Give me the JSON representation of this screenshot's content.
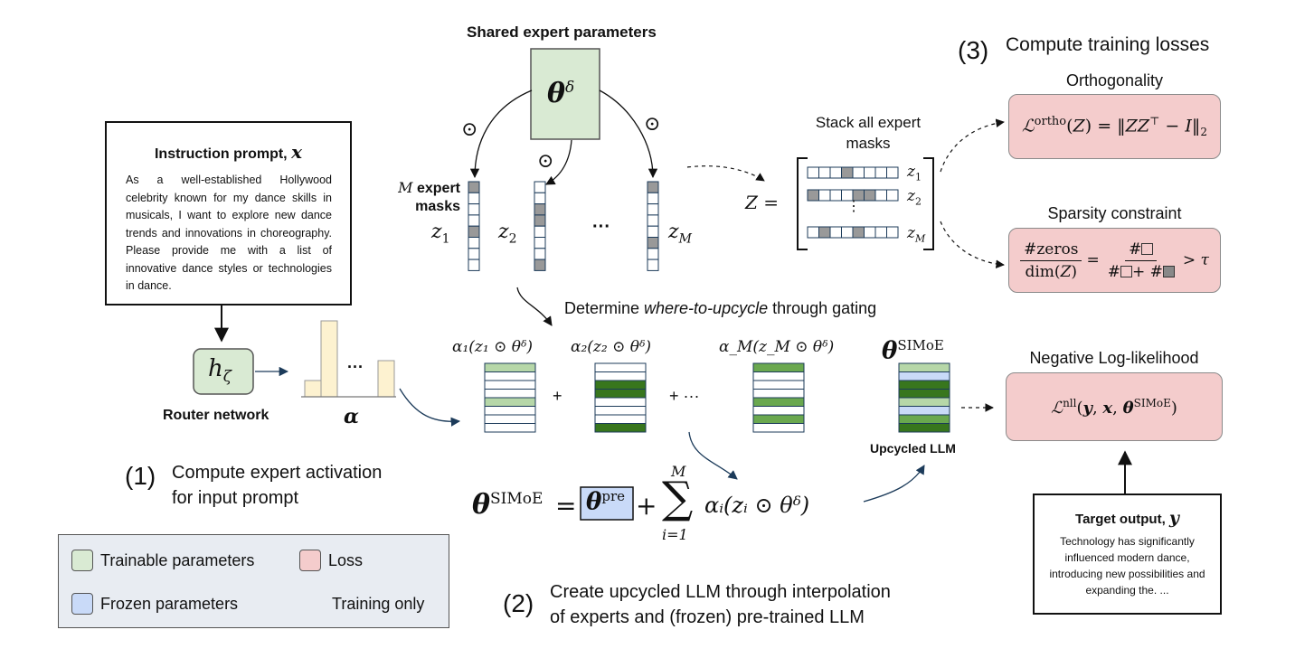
{
  "top": {
    "shared_title": "Shared expert parameters",
    "theta_delta": "θ",
    "theta_delta_sup": "δ",
    "odot": "⊙",
    "expert_masks_label_m": "M",
    "expert_masks_label_rest": "expert",
    "expert_masks_label_line2": "masks",
    "z1": "z",
    "z1_sub": "1",
    "z2": "z",
    "z2_sub": "2",
    "dots": "···",
    "zM": "z",
    "zM_sub": "M",
    "stack_title_line1": "Stack all expert",
    "stack_title_line2": "masks",
    "Z_eq": "Z =",
    "vdots": "⋮"
  },
  "section3": {
    "number": "(3)",
    "title": "Compute training losses",
    "orthogonality_title": "Orthogonality",
    "sparsity_title": "Sparsity constraint",
    "nll_title": "Negative Log-likelihood"
  },
  "prompt": {
    "title": "Instruction prompt,",
    "title_var": "x",
    "body": "As a well-established Hollywood celebrity known for my dance skills in musicals, I want to explore new dance trends and innovations in choreography. Please provide me with a list of innovative dance styles or technologies in dance."
  },
  "router": {
    "label": "h",
    "label_sub": "ζ",
    "caption": "Router network",
    "alpha": "α",
    "dots": "···"
  },
  "section1": {
    "number": "(1)",
    "line1": "Compute expert activation",
    "line2": "for input prompt"
  },
  "gating": {
    "prefix": "Determine ",
    "italic": "where-to-upcycle",
    "suffix": " through gating",
    "label1": "α₁(z₁ ⊙ θᵟ)",
    "label2": "α₂(z₂ ⊙ θᵟ)",
    "labelM": "α_M(z_M ⊙ θᵟ)",
    "plus": "+",
    "plus_dots": "+ ···"
  },
  "simoe": {
    "theta_label": "θ",
    "theta_sup": "SIMoE",
    "caption": "Upcycled LLM"
  },
  "equation": {
    "lhs": "θ",
    "lhs_sup": "SIMoE",
    "eq": "=",
    "pre": "θ",
    "pre_sup": "pre",
    "plus": "+",
    "sum_top": "M",
    "sum_sign": "∑",
    "sum_bottom": "i=1",
    "term": "αᵢ(zᵢ ⊙ θᵟ)"
  },
  "section2": {
    "number": "(2)",
    "line1": "Create upcycled LLM through interpolation",
    "line2": "of experts and (frozen) pre-trained LLM"
  },
  "target": {
    "title": "Target output,",
    "title_var": "y",
    "body": "Technology has significantly influenced modern dance, introducing new possibilities and expanding the. ..."
  },
  "legend": {
    "trainable": "Trainable parameters",
    "loss": "Loss",
    "frozen": "Frozen parameters",
    "training_only": "Training only"
  },
  "colors": {
    "trainable": "#d9ead3",
    "frozen": "#c9daf8",
    "loss": "#f4cccc",
    "alpha_bar": "#fdf2d0",
    "dark_green": "#38761d",
    "mid_green": "#6aa84f",
    "light_green": "#b6d7a8",
    "mask_gray": "#999999",
    "arrow_blue": "#1c3b5a"
  }
}
